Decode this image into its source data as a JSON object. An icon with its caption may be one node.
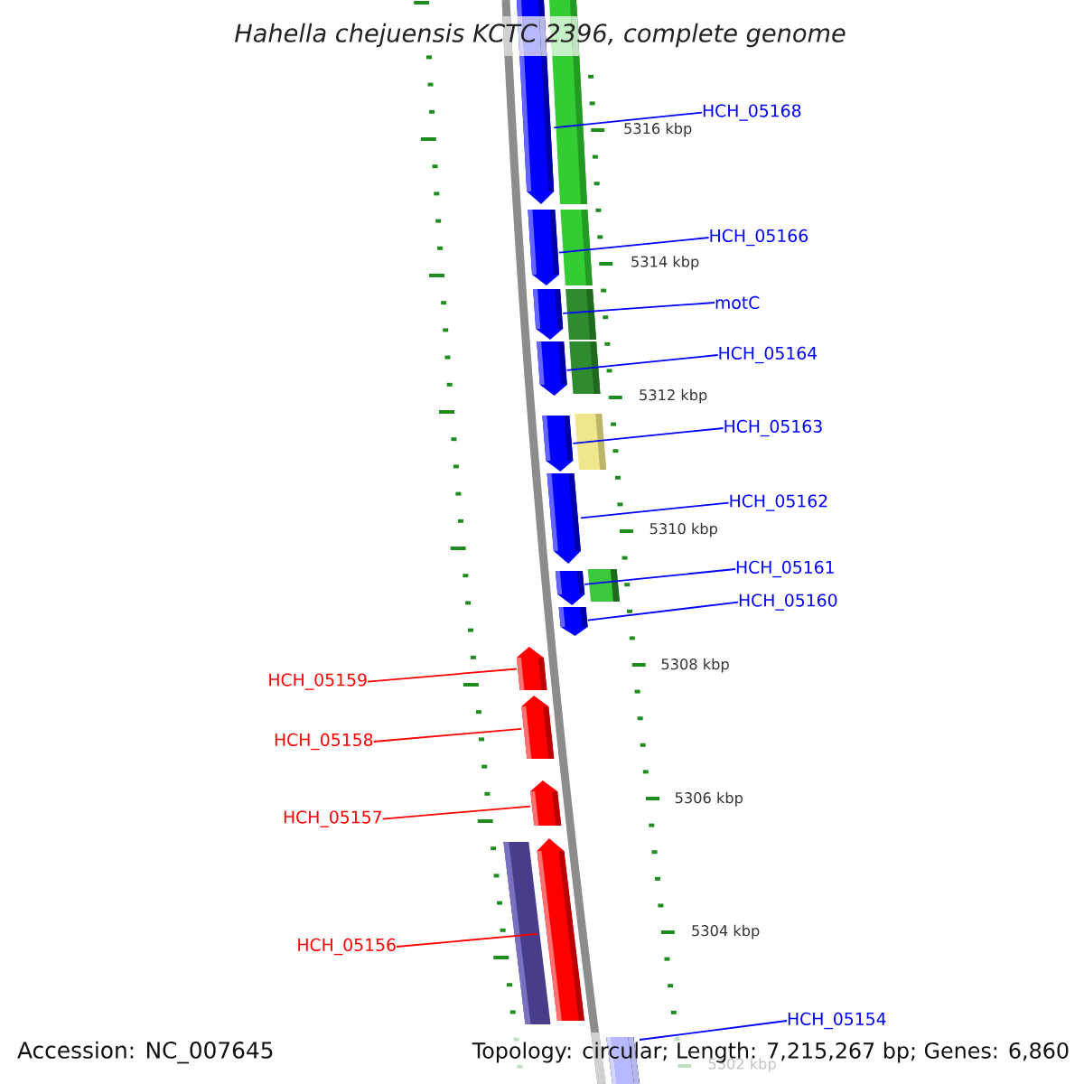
{
  "diagram": {
    "title": "Hahella chejuensis KCTC 2396, complete genome",
    "nodes": [
      {
        "text": [
          "HCH_05168"
        ]
      },
      {
        "text": [
          "HCH_05166"
        ]
      },
      {
        "text": [
          "motC"
        ]
      },
      {
        "text": [
          "HCH_05164"
        ]
      },
      {
        "text": [
          "HCH_05163"
        ]
      },
      {
        "text": [
          "HCH_05162"
        ]
      },
      {
        "text": [
          "HCH_05161"
        ]
      },
      {
        "text": [
          "HCH_05160"
        ]
      },
      {
        "text": [
          "HCH_05159"
        ]
      },
      {
        "text": [
          "HCH_05158"
        ]
      },
      {
        "text": [
          "HCH_05157"
        ]
      },
      {
        "text": [
          "HCH_05156"
        ]
      },
      {
        "text": [
          "HCH_05154"
        ]
      },
      {
        "text": [],
        "shape": "arrow"
      },
      {
        "text": [],
        "shape": "arrow"
      },
      {
        "text": [],
        "shape": "arrow"
      },
      {
        "text": [],
        "shape": "arrow"
      },
      {
        "text": [],
        "shape": "arrow"
      },
      {
        "text": [],
        "shape": "arrow"
      },
      {
        "text": [],
        "shape": "arrow"
      },
      {
        "text": [],
        "shape": "arrow"
      },
      {
        "text": [],
        "shape": "arrow"
      },
      {
        "text": [],
        "shape": "arrow"
      },
      {
        "text": [],
        "shape": "arrow"
      },
      {
        "text": [],
        "shape": "arrow"
      },
      {
        "text": [],
        "shape": "arrow"
      }
    ],
    "edges": [
      {
        "from": 0,
        "to": 13,
        "arrow": "none"
      },
      {
        "from": 1,
        "to": 14,
        "arrow": "none"
      },
      {
        "from": 2,
        "to": 15,
        "arrow": "none"
      },
      {
        "from": 3,
        "to": 16,
        "arrow": "none"
      },
      {
        "from": 4,
        "to": 17,
        "arrow": "none"
      },
      {
        "from": 5,
        "to": 18,
        "arrow": "none"
      },
      {
        "from": 6,
        "to": 19,
        "arrow": "none"
      },
      {
        "from": 7,
        "to": 20,
        "arrow": "none"
      },
      {
        "from": 8,
        "to": 21,
        "arrow": "none",
        "color": "#ff0000"
      },
      {
        "from": 9,
        "to": 22,
        "arrow": "none",
        "color": "#ff0000"
      },
      {
        "from": 10,
        "to": 23,
        "arrow": "none",
        "color": "#ff0000"
      },
      {
        "from": 11,
        "to": 24,
        "arrow": "none",
        "color": "#ff0000"
      },
      {
        "from": 12,
        "to": 25,
        "arrow": "none"
      }
    ],
    "labels": [
      "5316 kbp",
      "5314 kbp",
      "5312 kbp",
      "5310 kbp",
      "5308 kbp",
      "5306 kbp",
      "5304 kbp",
      "5302 kbp",
      "Accession: NC_007645",
      "Topology: circular; Length: 7,215,267 bp; Genes: 6,860"
    ]
  }
}
